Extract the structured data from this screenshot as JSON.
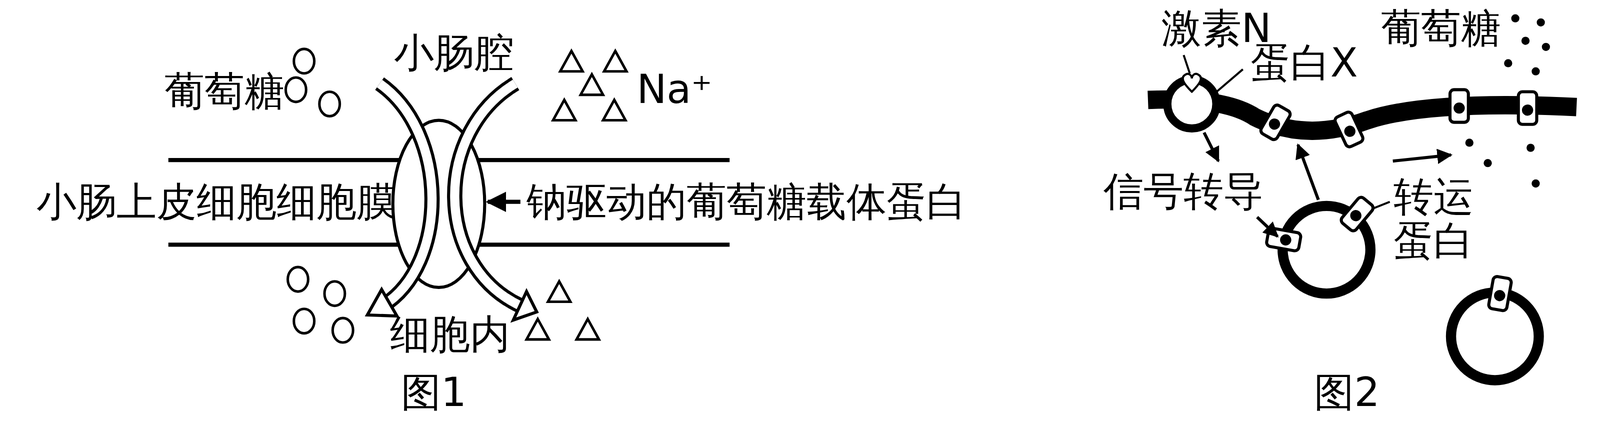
{
  "diagram": {
    "labels": [
      "葡萄糖",
      "小肠腔",
      "Na⁺",
      "小肠上皮细胞细胞膜",
      "钠驱动的葡萄糖载体蛋白",
      "细胞内",
      "图1",
      "激素N",
      "蛋白X",
      "葡萄糖",
      "信号转导",
      "转运 蛋白",
      "图2"
    ]
  }
}
